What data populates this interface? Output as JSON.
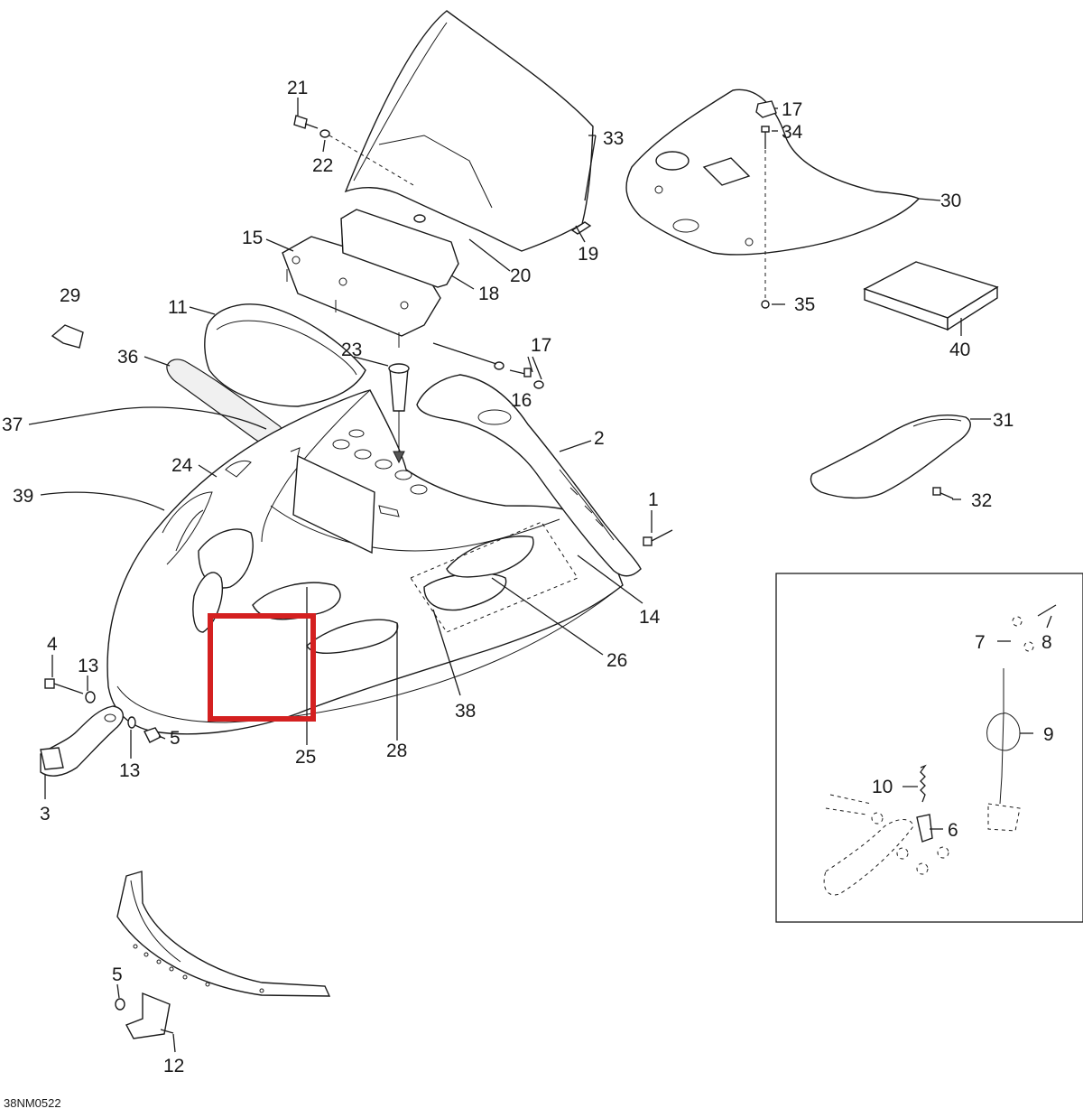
{
  "diagram": {
    "code": "38NM0522",
    "callouts": [
      {
        "id": "c1",
        "text": "1"
      },
      {
        "id": "c2",
        "text": "2"
      },
      {
        "id": "c3",
        "text": "3"
      },
      {
        "id": "c4",
        "text": "4"
      },
      {
        "id": "c5a",
        "text": "5"
      },
      {
        "id": "c5b",
        "text": "5"
      },
      {
        "id": "c6",
        "text": "6"
      },
      {
        "id": "c7",
        "text": "7"
      },
      {
        "id": "c8",
        "text": "8"
      },
      {
        "id": "c9",
        "text": "9"
      },
      {
        "id": "c10",
        "text": "10"
      },
      {
        "id": "c11",
        "text": "11"
      },
      {
        "id": "c12",
        "text": "12"
      },
      {
        "id": "c13a",
        "text": "13"
      },
      {
        "id": "c13b",
        "text": "13"
      },
      {
        "id": "c14",
        "text": "14"
      },
      {
        "id": "c15",
        "text": "15"
      },
      {
        "id": "c16",
        "text": "16"
      },
      {
        "id": "c17a",
        "text": "17"
      },
      {
        "id": "c17b",
        "text": "17"
      },
      {
        "id": "c18",
        "text": "18"
      },
      {
        "id": "c19",
        "text": "19"
      },
      {
        "id": "c20",
        "text": "20"
      },
      {
        "id": "c21",
        "text": "21"
      },
      {
        "id": "c22",
        "text": "22"
      },
      {
        "id": "c23",
        "text": "23"
      },
      {
        "id": "c24",
        "text": "24"
      },
      {
        "id": "c25",
        "text": "25"
      },
      {
        "id": "c26",
        "text": "26"
      },
      {
        "id": "c28",
        "text": "28"
      },
      {
        "id": "c29",
        "text": "29"
      },
      {
        "id": "c30",
        "text": "30"
      },
      {
        "id": "c31",
        "text": "31"
      },
      {
        "id": "c32",
        "text": "32"
      },
      {
        "id": "c33",
        "text": "33"
      },
      {
        "id": "c34",
        "text": "34"
      },
      {
        "id": "c35",
        "text": "35"
      },
      {
        "id": "c36",
        "text": "36"
      },
      {
        "id": "c37",
        "text": "37"
      },
      {
        "id": "c38",
        "text": "38"
      },
      {
        "id": "c39",
        "text": "39"
      },
      {
        "id": "c40",
        "text": "40"
      }
    ],
    "highlight_color": "#d42020"
  }
}
